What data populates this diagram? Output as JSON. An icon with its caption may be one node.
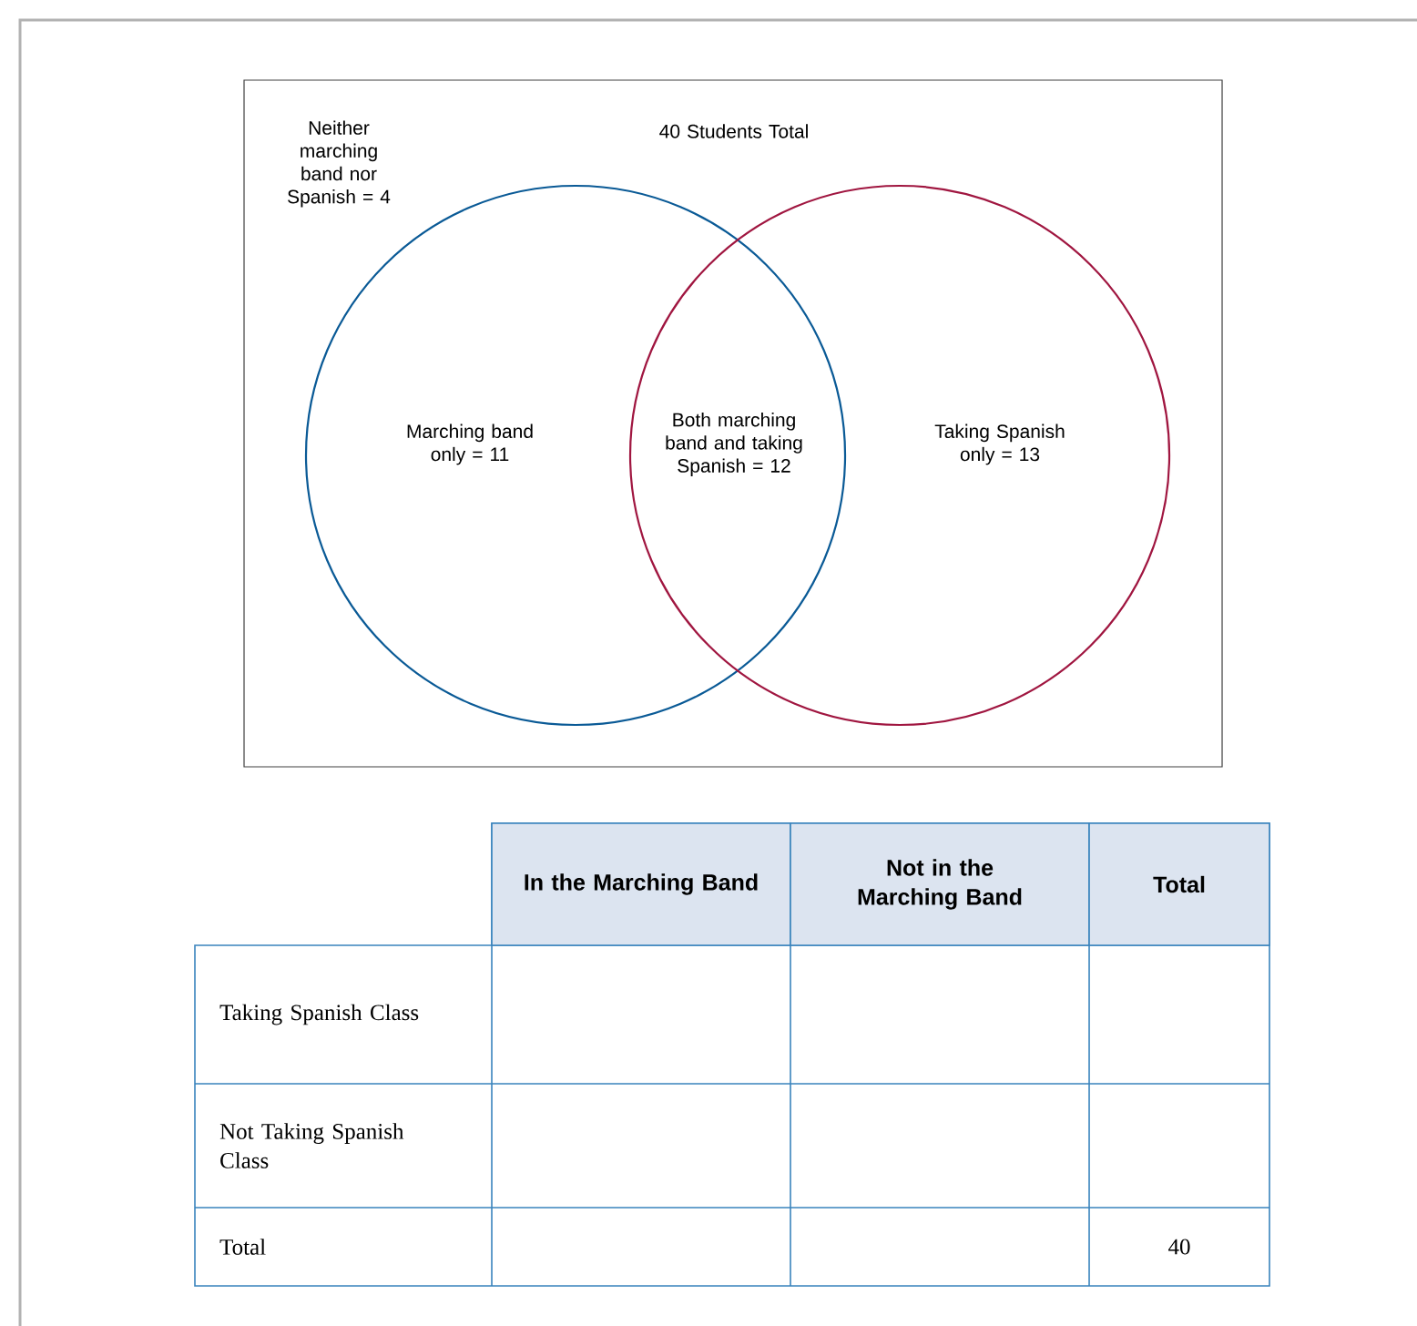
{
  "diagram": {
    "nodes": [
      {
        "text": [
          "Neither marching band nor Spanish = 4",
          "40 Students Total"
        ]
      },
      {
        "text": [
          "Marching band only = 11"
        ],
        "in": 0
      },
      {
        "text": [
          "Taking Spanish only = 13"
        ],
        "in": 0
      }
    ],
    "labels": [
      "Both marching band and taking Spanish = 12",
      "In the Marching Band",
      "Not in the Marching Band",
      "Total",
      "Taking Spanish Class",
      "Not Taking Spanish Class",
      "Total",
      "40"
    ]
  }
}
